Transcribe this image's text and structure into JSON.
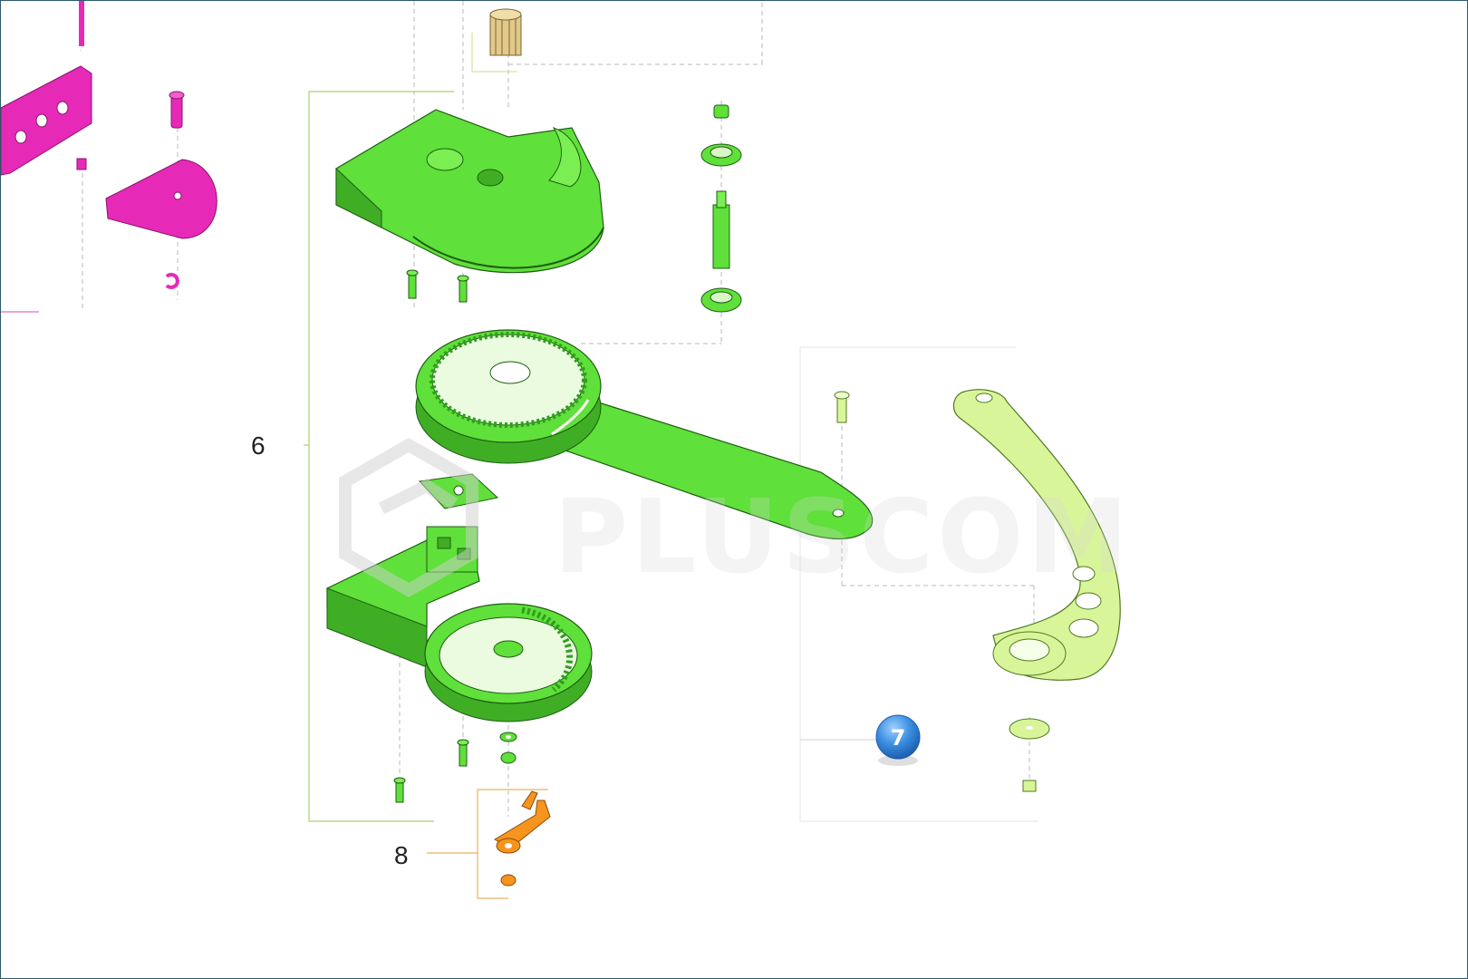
{
  "callouts": {
    "group_6": "6",
    "group_8": "8",
    "badge_7": "7"
  },
  "watermark": {
    "text": "PLUSCOM"
  },
  "colors": {
    "housing_green": "#5fe03a",
    "housing_dark": "#2f9e1e",
    "arm_lightgreen": "#d9f59a",
    "bracket_magenta": "#e62ab7",
    "terminal_orange": "#f7941d",
    "gear_tan": "#e2c98a",
    "badge_blue": "#3a8de0",
    "leader_green": "#9fcf5f",
    "leader_orange": "#e7b35a"
  },
  "icons": {
    "badge": "numbered-circle-icon",
    "watermark": "cube-logo-icon"
  }
}
